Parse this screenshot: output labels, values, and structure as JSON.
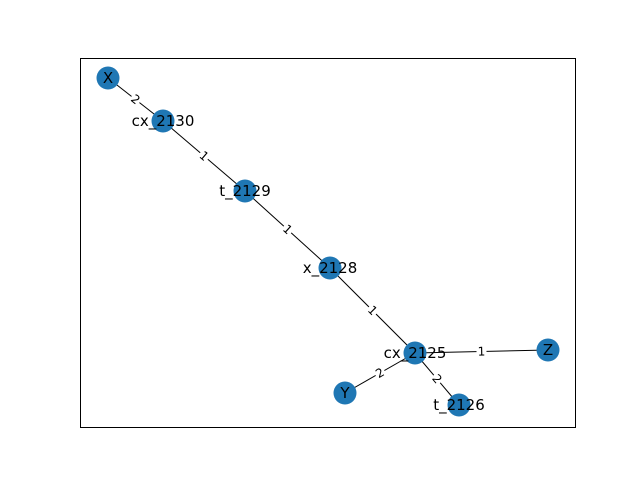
{
  "graph": {
    "nodes": [
      {
        "id": "X",
        "label": "X"
      },
      {
        "id": "cx_2130",
        "label": "cx_2130"
      },
      {
        "id": "t_2129",
        "label": "t_2129"
      },
      {
        "id": "x_2128",
        "label": "x_2128"
      },
      {
        "id": "cx_2125",
        "label": "cx_2125"
      },
      {
        "id": "Z",
        "label": "Z"
      },
      {
        "id": "Y",
        "label": "Y"
      },
      {
        "id": "t_2126",
        "label": "t_2126"
      }
    ],
    "edges": [
      {
        "source": "X",
        "target": "cx_2130",
        "label": "2"
      },
      {
        "source": "cx_2130",
        "target": "t_2129",
        "label": "1"
      },
      {
        "source": "t_2129",
        "target": "x_2128",
        "label": "1"
      },
      {
        "source": "x_2128",
        "target": "cx_2125",
        "label": "1"
      },
      {
        "source": "cx_2125",
        "target": "Z",
        "label": "1"
      },
      {
        "source": "cx_2125",
        "target": "Y",
        "label": "2"
      },
      {
        "source": "cx_2125",
        "target": "t_2126",
        "label": "2"
      }
    ],
    "node_color": "#1f77b4",
    "edge_color": "#000000"
  }
}
